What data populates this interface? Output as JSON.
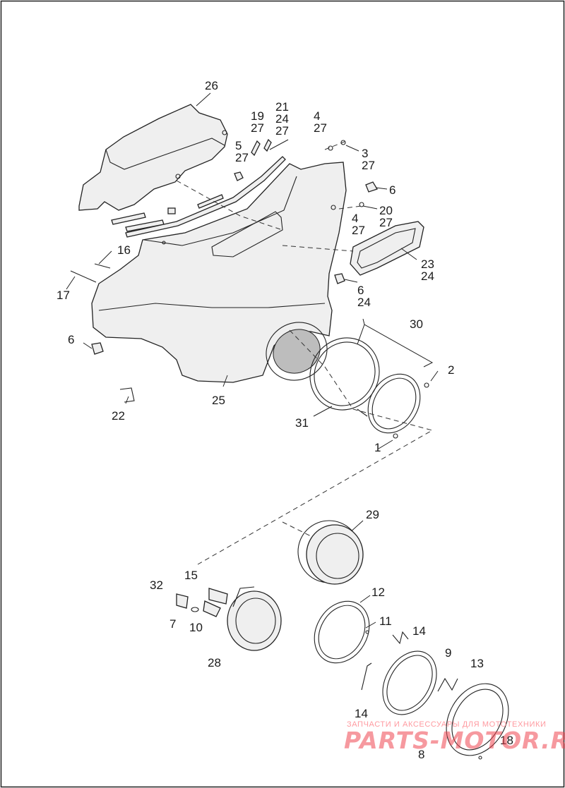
{
  "callouts": {
    "c26": "26",
    "c19_27": "19\n27",
    "c21_24_27": "21\n24\n27",
    "c4_27_top": "4\n27",
    "c5_27": "5\n27",
    "c3_27": "3\n27",
    "c6_a": "6",
    "c20_27": "20\n27",
    "c4_27_mid": "4\n27",
    "c16": "16",
    "c17": "17",
    "c23_24": "23\n24",
    "c6_24": "6\n24",
    "c30": "30",
    "c6_b": "6",
    "c2": "2",
    "c25": "25",
    "c22": "22",
    "c31": "31",
    "c1": "1",
    "c29": "29",
    "c15": "15",
    "c32": "32",
    "c12": "12",
    "c11": "11",
    "c7": "7",
    "c10": "10",
    "c14_a": "14",
    "c28": "28",
    "c9": "9",
    "c13": "13",
    "c14_b": "14",
    "c18": "18",
    "c8": "8"
  },
  "watermark": {
    "caption": "ЗАПЧАСТИ И АКСЕССУАРЫ ДЛЯ МОТОТЕХНИКИ",
    "logo": "PARTS-MOTOR.RU"
  }
}
